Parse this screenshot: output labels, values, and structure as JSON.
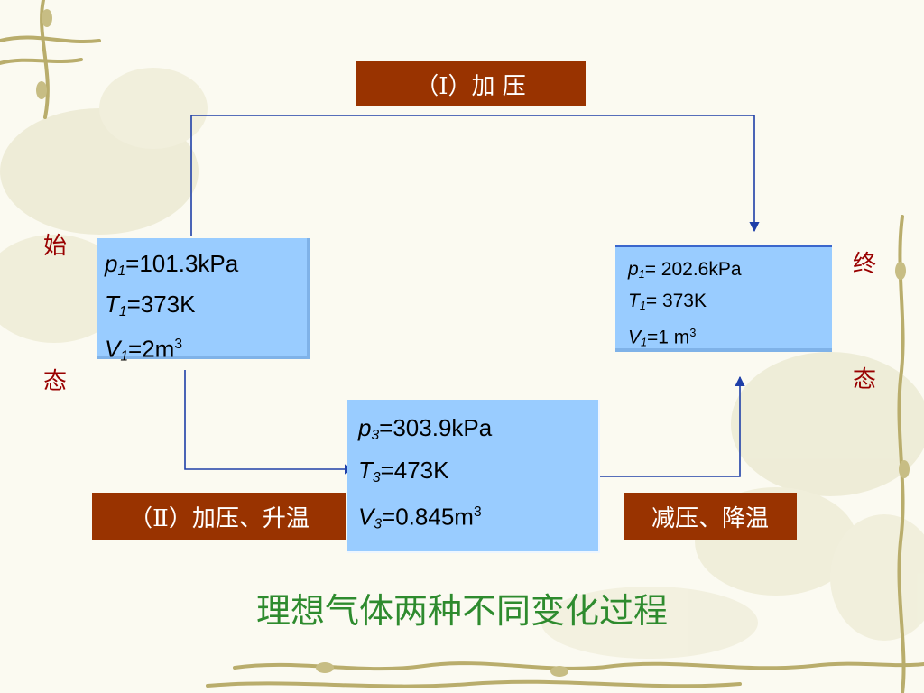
{
  "process_labels": {
    "top": "（Ⅰ）加  压",
    "bottom_left": "（Ⅱ）加压、升温",
    "bottom_right": "减压、降温"
  },
  "side_labels": {
    "initial_top": "始",
    "initial_bottom": "态",
    "final_top": "终",
    "final_bottom": "态"
  },
  "states": {
    "initial": {
      "p": {
        "var": "p",
        "sub": "1",
        "eq": "=101.3kPa"
      },
      "T": {
        "var": "T",
        "sub": "1",
        "eq": "=373K"
      },
      "V": {
        "var": "V",
        "sub": "1",
        "eq": "=2m",
        "sup": "3"
      }
    },
    "final": {
      "p": {
        "var": "p",
        "sub": "1",
        "eq": "= 202.6kPa"
      },
      "T": {
        "var": "T",
        "sub": "1",
        "eq": "= 373K"
      },
      "V": {
        "var": "V",
        "sub": "1",
        "eq": "=1 m",
        "sup": "3"
      }
    },
    "middle": {
      "p": {
        "var": "p",
        "sub": "3",
        "eq": "=303.9kPa"
      },
      "T": {
        "var": "T",
        "sub": "3",
        "eq": "=473K"
      },
      "V": {
        "var": "V",
        "sub": "3",
        "eq": "=0.845m",
        "sup": "3"
      }
    }
  },
  "caption": "理想气体两种不同变化过程",
  "colors": {
    "label_bg": "#993300",
    "state_bg": "#99ccff",
    "arrow": "#1f3fa8",
    "side_text": "#990000",
    "caption": "#2e8b2e"
  }
}
